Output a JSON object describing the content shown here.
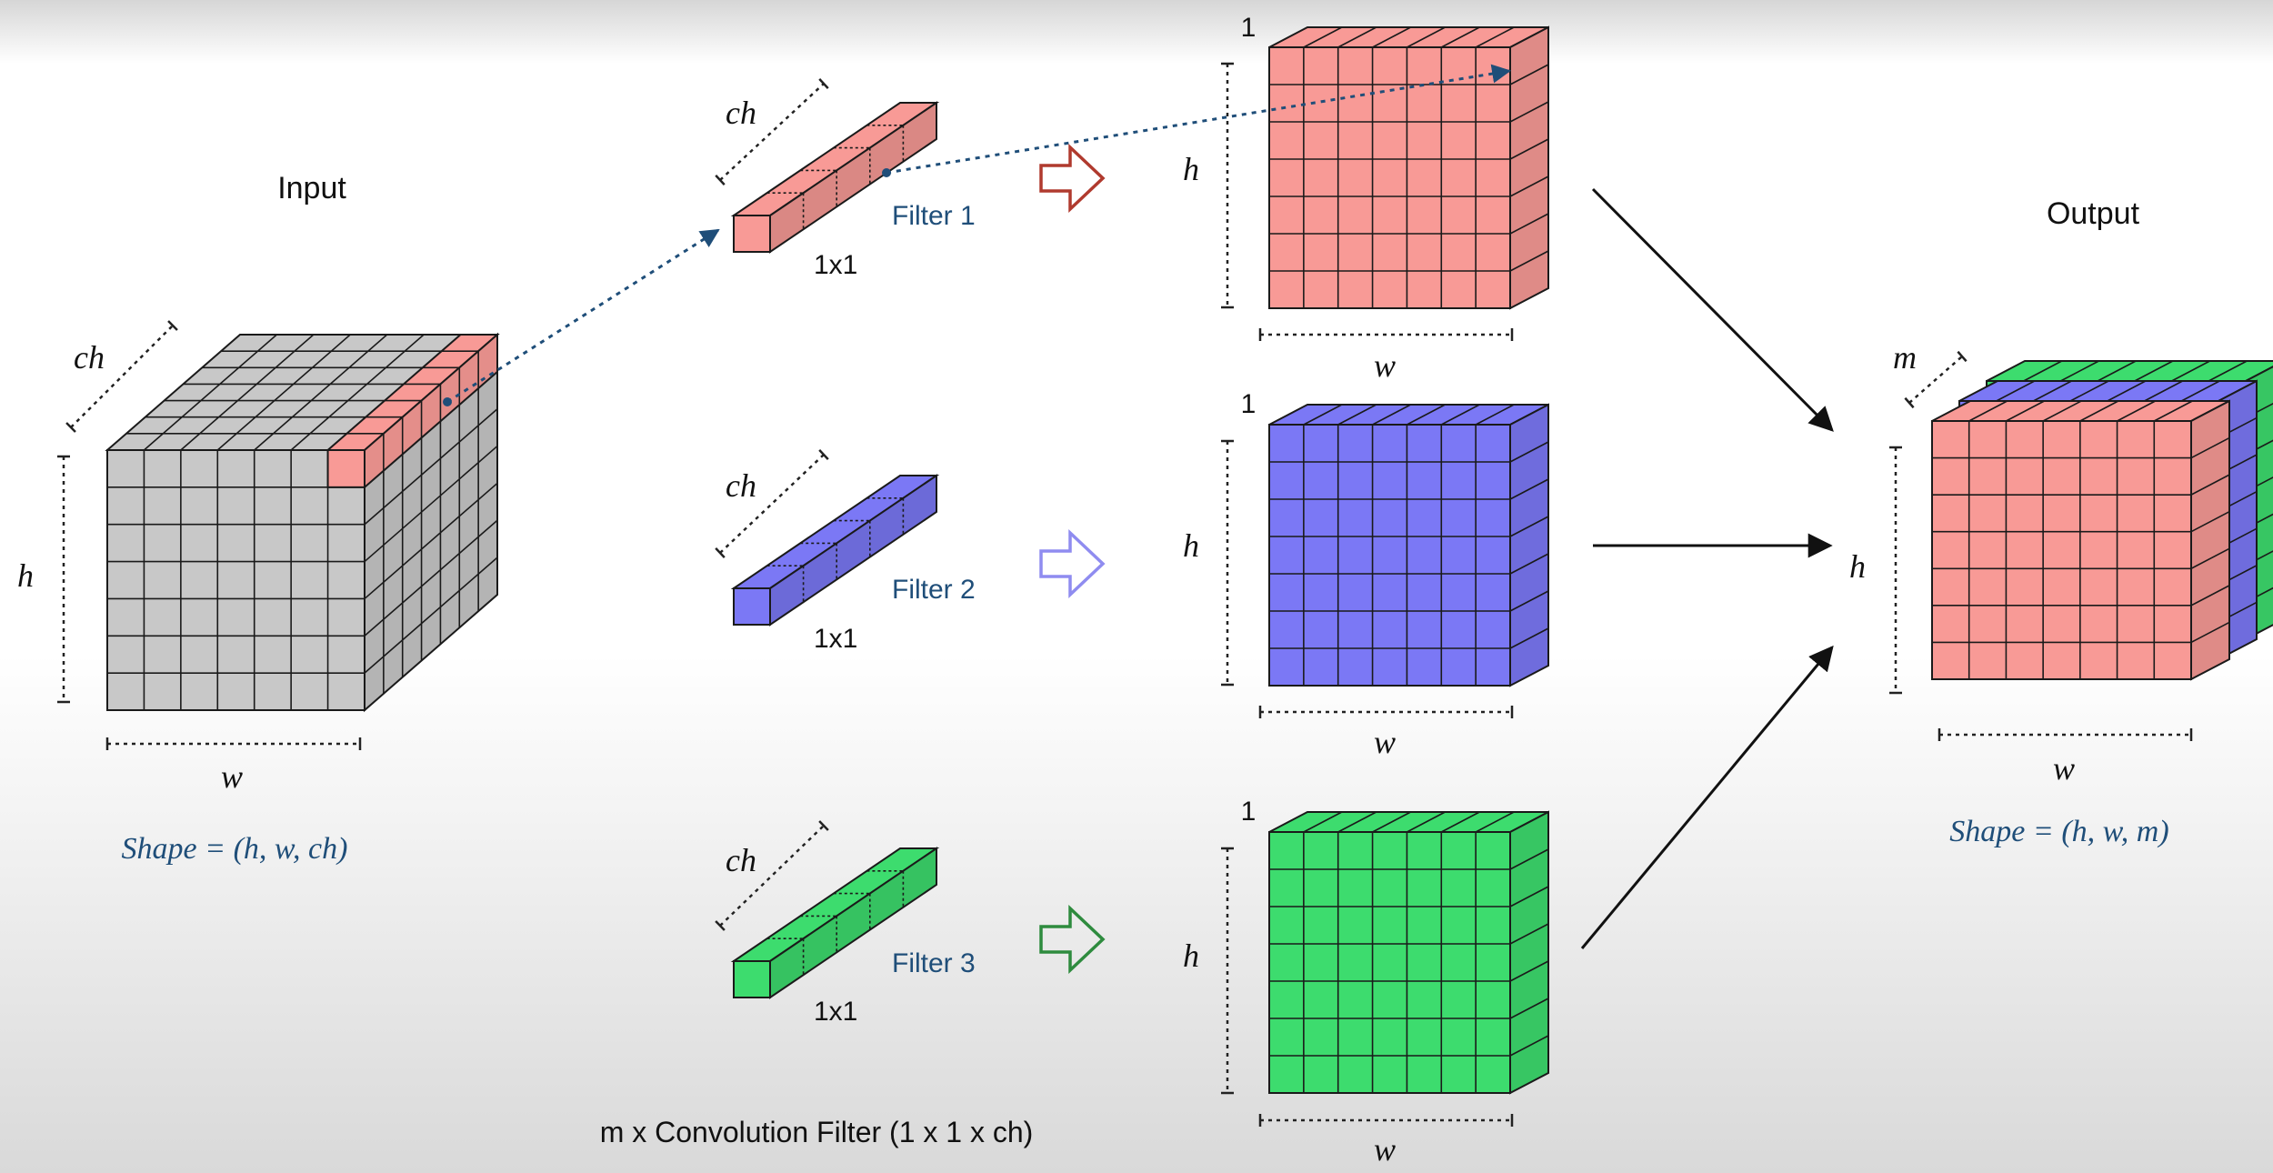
{
  "input": {
    "title": "Input",
    "ch_label": "ch",
    "h_label": "h",
    "w_label": "w",
    "shape": "Shape = (h, w, ch)"
  },
  "filters": [
    {
      "name": "Filter 1",
      "size": "1x1",
      "ch_label": "ch",
      "color": "#f89a96",
      "arrow_color": "#b03a2e"
    },
    {
      "name": "Filter 2",
      "size": "1x1",
      "ch_label": "ch",
      "color": "#7b78f5",
      "arrow_color": "#8f8cf0"
    },
    {
      "name": "Filter 3",
      "size": "1x1",
      "ch_label": "ch",
      "color": "#3ddc6e",
      "arrow_color": "#2e8b3e"
    }
  ],
  "feature_maps": [
    {
      "depth_label": "1",
      "h_label": "h",
      "w_label": "w",
      "color": "#f89a96"
    },
    {
      "depth_label": "1",
      "h_label": "h",
      "w_label": "w",
      "color": "#7b78f5"
    },
    {
      "depth_label": "1",
      "h_label": "h",
      "w_label": "w",
      "color": "#3ddc6e"
    }
  ],
  "output": {
    "title": "Output",
    "m_label": "m",
    "h_label": "h",
    "w_label": "w",
    "shape": "Shape = (h, w, m)"
  },
  "caption": "m x Convolution Filter (1 x 1 x ch)",
  "colors": {
    "input_gray": "#c8c8c8",
    "dotted_blue": "#1f4e79",
    "text_blue": "#1f4e79"
  }
}
